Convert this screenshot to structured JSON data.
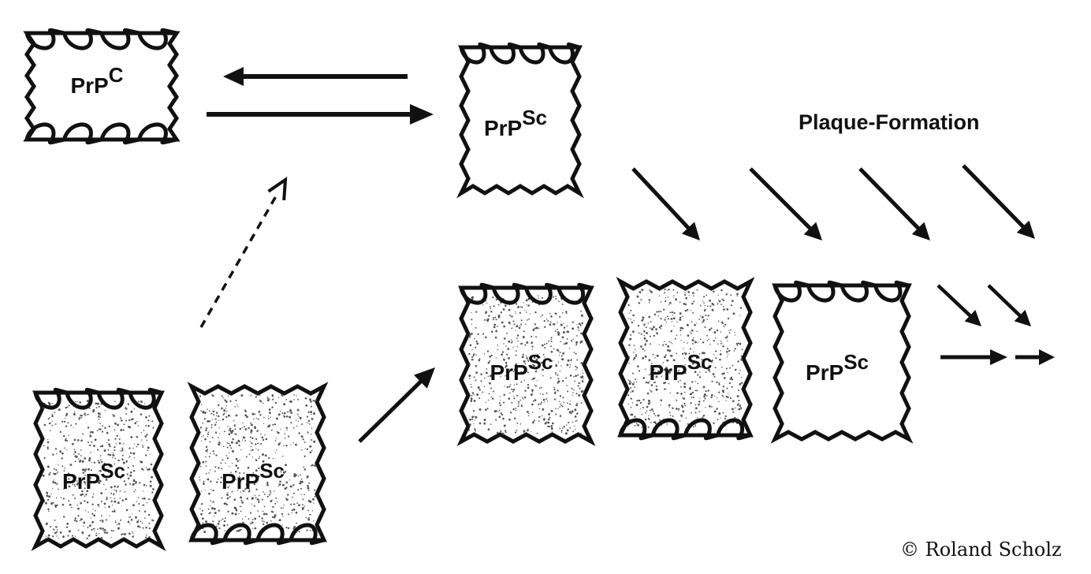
{
  "title": "Plaque-Formation",
  "copyright": "© Roland Scholz",
  "labels": {
    "prp_c": {
      "base": "PrP",
      "sup": "C"
    },
    "prp_sc": {
      "base": "PrP",
      "sup": "Sc"
    }
  },
  "colors": {
    "ink": "#111111",
    "background": "#ffffff",
    "stipple": "#555555"
  }
}
